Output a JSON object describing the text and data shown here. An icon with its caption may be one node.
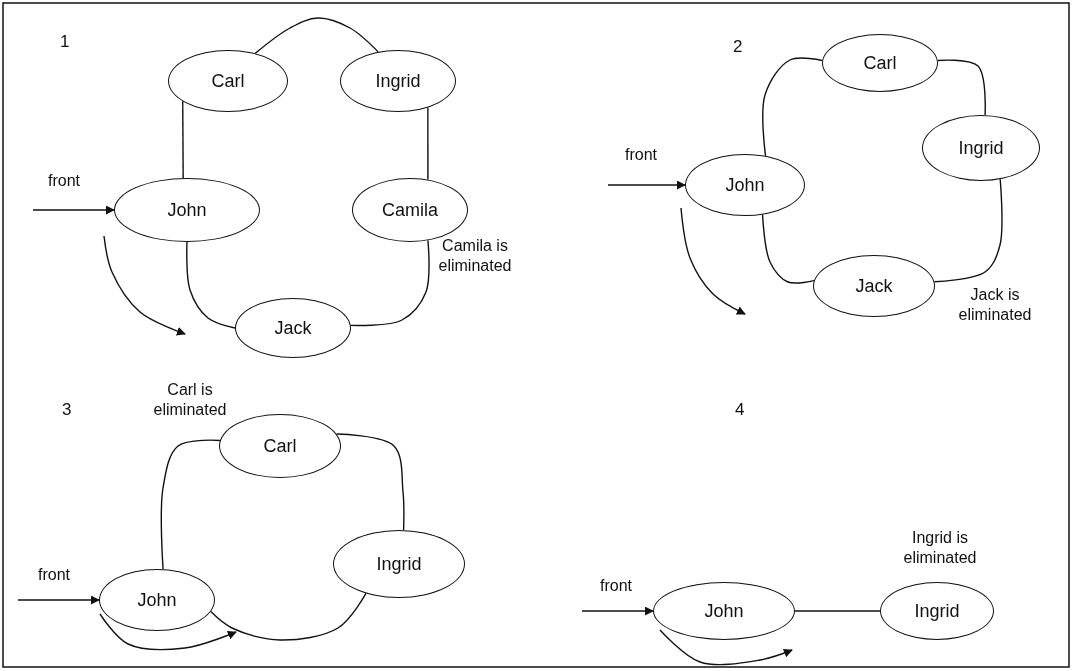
{
  "diagram": {
    "nodes": [
      {
        "text": [
          "Carl"
        ]
      },
      {
        "text": [
          "Ingrid"
        ]
      },
      {
        "text": [
          "John"
        ]
      },
      {
        "text": [
          "Camila"
        ],
        "beside": [
          "Camila is eliminated"
        ]
      },
      {
        "text": [
          "Jack"
        ]
      },
      {
        "text": [
          "Carl"
        ]
      },
      {
        "text": [
          "Ingrid"
        ]
      },
      {
        "text": [
          "John"
        ]
      },
      {
        "text": [
          "Jack"
        ],
        "beside": [
          "Jack is eliminated"
        ]
      },
      {
        "text": [
          "Carl"
        ],
        "beside": [
          "Carl is eliminated"
        ]
      },
      {
        "text": [
          "Ingrid"
        ]
      },
      {
        "text": [
          "John"
        ]
      },
      {
        "text": [
          "John"
        ]
      },
      {
        "text": [
          "Ingrid"
        ],
        "beside": [
          "Ingrid is eliminated"
        ]
      }
    ],
    "edges": [
      {
        "from": 0,
        "to": 1,
        "arrow": "none"
      },
      {
        "from": 0,
        "to": 2,
        "arrow": "none"
      },
      {
        "from": 1,
        "to": 3,
        "arrow": "none"
      },
      {
        "from": 2,
        "to": 4,
        "arrow": "none"
      },
      {
        "from": 3,
        "to": 4,
        "arrow": "none"
      },
      {
        "from": null,
        "to": 2,
        "arrow": "to",
        "label": "front"
      },
      {
        "from": 7,
        "to": 5,
        "arrow": "none"
      },
      {
        "from": 5,
        "to": 6,
        "arrow": "none"
      },
      {
        "from": 6,
        "to": 8,
        "arrow": "none"
      },
      {
        "from": 8,
        "to": 7,
        "arrow": "none"
      },
      {
        "from": null,
        "to": 7,
        "arrow": "to",
        "label": "front"
      },
      {
        "from": 9,
        "to": 11,
        "arrow": "none"
      },
      {
        "from": 9,
        "to": 10,
        "arrow": "none"
      },
      {
        "from": 10,
        "to": 11,
        "arrow": "none"
      },
      {
        "from": null,
        "to": 11,
        "arrow": "to",
        "label": "front"
      },
      {
        "from": 12,
        "to": 13,
        "arrow": "none"
      },
      {
        "from": null,
        "to": 12,
        "arrow": "to",
        "label": "front"
      }
    ],
    "labels": [
      "1",
      "2",
      "3",
      "4"
    ]
  }
}
